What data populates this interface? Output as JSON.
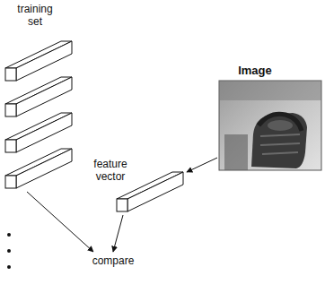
{
  "diagram": {
    "labels": [
      "training set",
      "feature vector",
      "Image",
      "compare"
    ]
  }
}
